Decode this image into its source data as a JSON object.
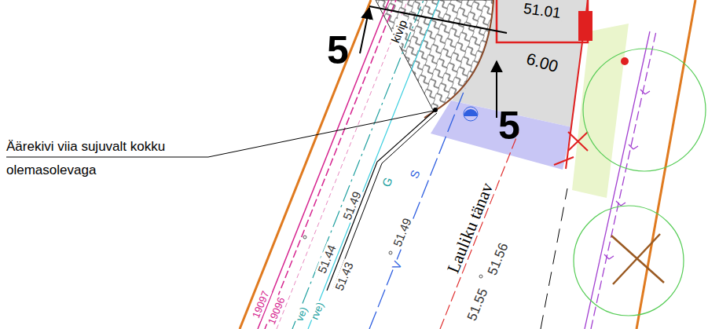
{
  "diagram": {
    "labels": [
      "5",
      "kivip",
      "51.01",
      "6.00",
      "5",
      "Äärekivi viia sujuvalt kokku olemasolevaga",
      "51.49",
      "G",
      "51.44",
      "51.43",
      "S",
      "51.49",
      "V",
      "Lauliku tänav",
      "51.56",
      "51.55",
      "19097",
      "19096",
      "ve)",
      "rve)"
    ]
  }
}
